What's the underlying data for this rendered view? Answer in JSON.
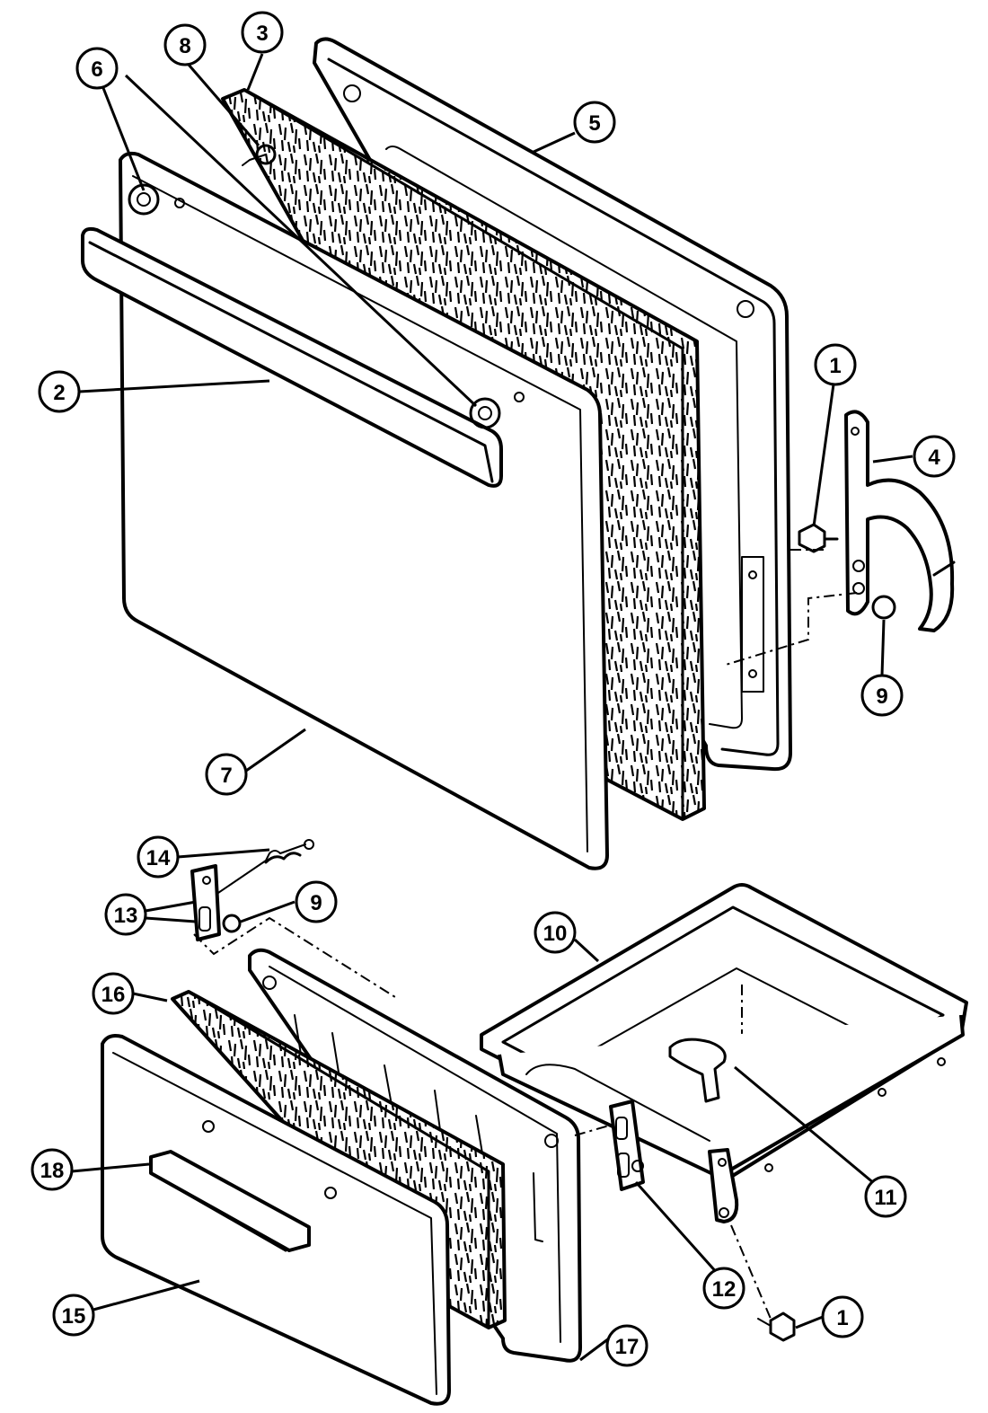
{
  "callouts": [
    {
      "id": "c1a",
      "label": "1"
    },
    {
      "id": "c1b",
      "label": "1"
    },
    {
      "id": "c2",
      "label": "2"
    },
    {
      "id": "c3",
      "label": "3"
    },
    {
      "id": "c4",
      "label": "4"
    },
    {
      "id": "c5",
      "label": "5"
    },
    {
      "id": "c6",
      "label": "6"
    },
    {
      "id": "c7",
      "label": "7"
    },
    {
      "id": "c8",
      "label": "8"
    },
    {
      "id": "c9a",
      "label": "9"
    },
    {
      "id": "c9b",
      "label": "9"
    },
    {
      "id": "c10",
      "label": "10"
    },
    {
      "id": "c11",
      "label": "11"
    },
    {
      "id": "c12",
      "label": "12"
    },
    {
      "id": "c13",
      "label": "13"
    },
    {
      "id": "c14",
      "label": "14"
    },
    {
      "id": "c15",
      "label": "15"
    },
    {
      "id": "c16",
      "label": "16"
    },
    {
      "id": "c17",
      "label": "17"
    },
    {
      "id": "c18",
      "label": "18"
    }
  ]
}
